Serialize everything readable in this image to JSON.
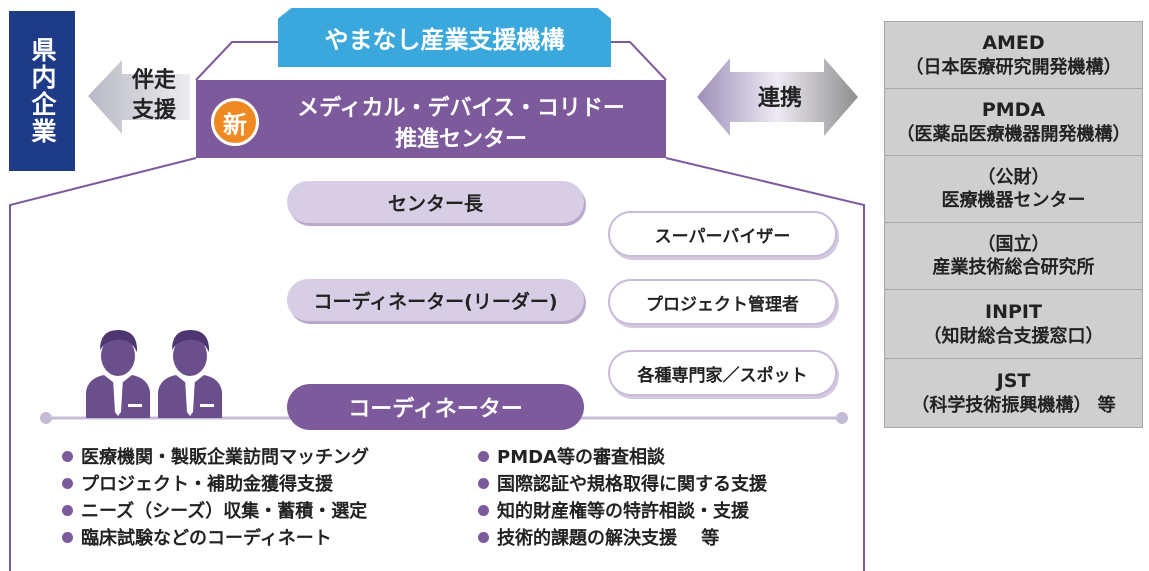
{
  "prefecture": {
    "label": "県内企業"
  },
  "left_arrow": {
    "line1": "伴走",
    "line2": "支援"
  },
  "organization": {
    "name": "やまなし産業支援機構"
  },
  "center": {
    "badge": "新",
    "name_line1": "メディカル・デバイス・コリドー",
    "name_line2": "推進センター"
  },
  "right_arrow": {
    "label": "連携"
  },
  "roles": {
    "director": "センター長",
    "supervisor": "スーパーバイザー",
    "lead_coordinator": "コーディネーター(リーダー)",
    "project_manager": "プロジェクト管理者",
    "specialists": "各種専門家／スポット",
    "coordinator": "コーディネーター"
  },
  "services_left": [
    "医療機関・製販企業訪問マッチング",
    "プロジェクト・補助金獲得支援",
    "ニーズ（シーズ）収集・蓄積・選定",
    "臨床試験などのコーディネート"
  ],
  "services_right": [
    "PMDA等の審査相談",
    "国際認証や規格取得に関する支援",
    "知的財産権等の特許相談・支援",
    "技術的課題の解決支援　 等"
  ],
  "partners": [
    {
      "line1": "AMED",
      "line2": "（日本医療研究開発機構）"
    },
    {
      "line1": "PMDA",
      "line2": "（医薬品医療機器開発機構）"
    },
    {
      "line1": "（公財）",
      "line2": "医療機器センター"
    },
    {
      "line1": "（国立）",
      "line2": "産業技術総合研究所"
    },
    {
      "line1": "INPIT",
      "line2": "（知財総合支援窓口）"
    },
    {
      "line1": "JST",
      "line2": "（科学技術振興機構）  等"
    }
  ],
  "colors": {
    "navy": "#1d3b87",
    "sky": "#3aa8dd",
    "purple": "#7d5a9c",
    "lavender": "#d7cde4",
    "orange": "#ef8a22",
    "gray": "#cfcfcf"
  }
}
